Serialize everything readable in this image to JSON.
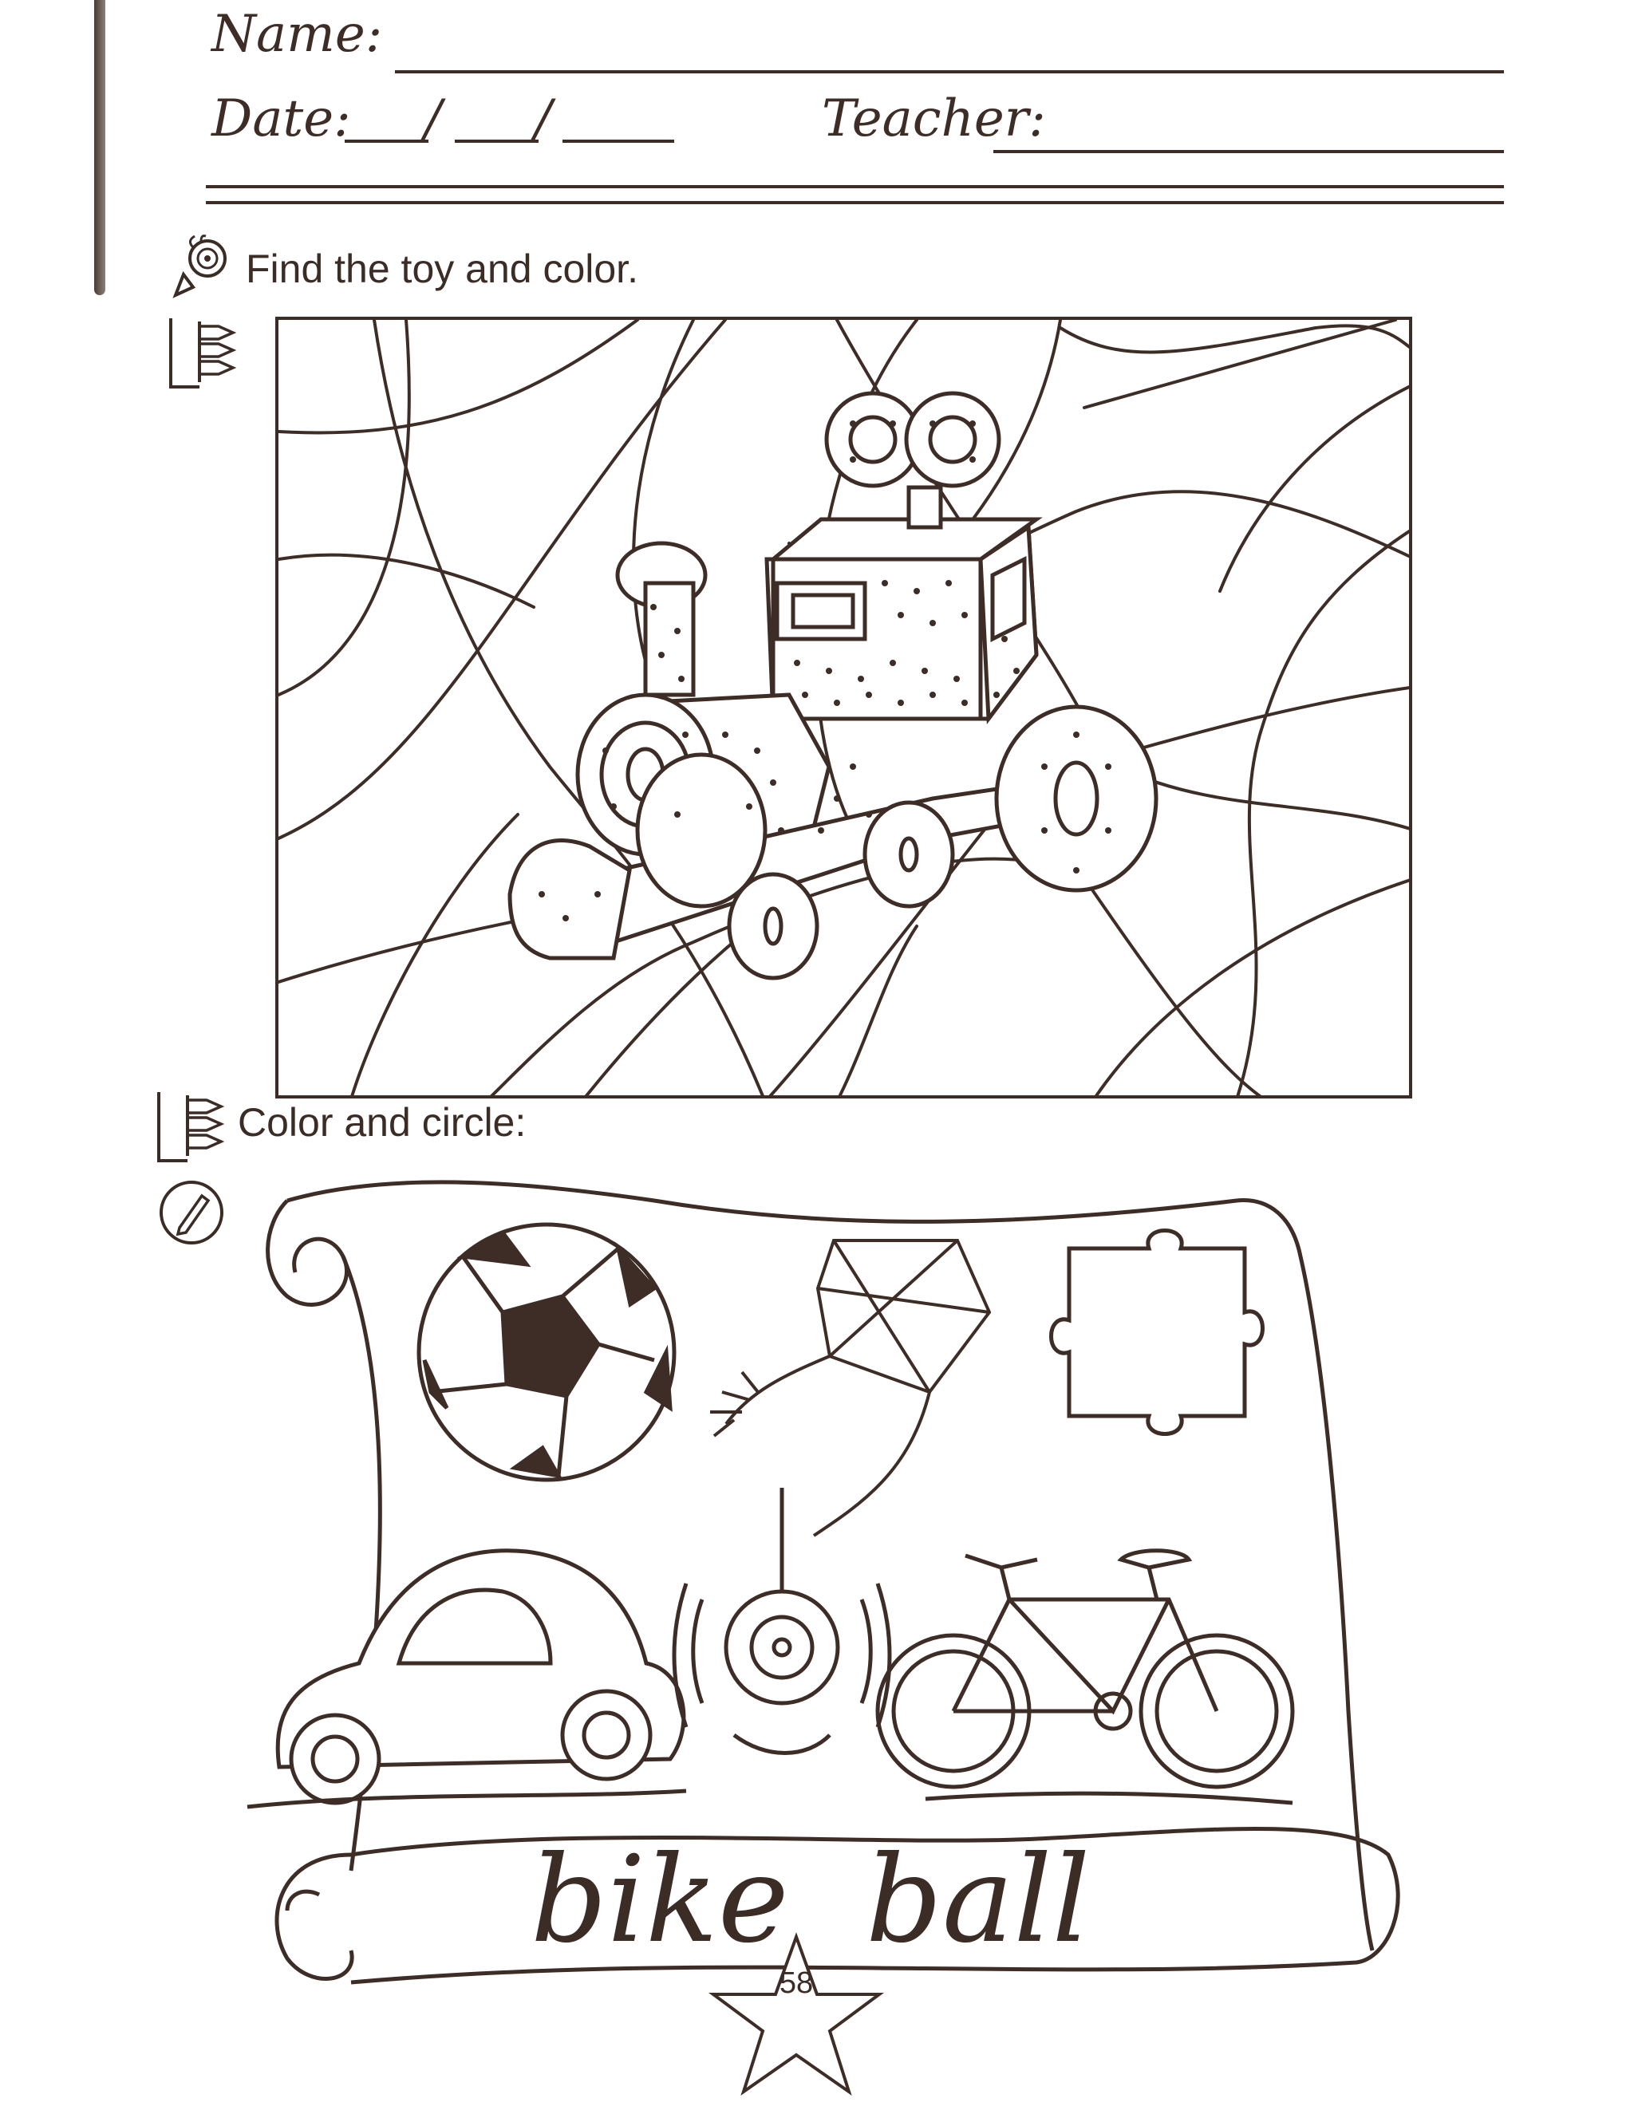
{
  "header": {
    "name_label": "Name:",
    "date_label": "Date:",
    "date_separator_1": "/",
    "date_separator_2": "/",
    "teacher_label": "Teacher:"
  },
  "section_1": {
    "instruction": "Find the toy and color.",
    "icons": [
      "magnifier-icon",
      "crayons-icon"
    ]
  },
  "section_2": {
    "instruction": "Color and circle:",
    "icons": [
      "crayons-icon",
      "pencil-icon"
    ],
    "toys_depicted": [
      "soccer-ball",
      "kite",
      "puzzle-piece",
      "car",
      "yo-yo",
      "bike"
    ],
    "words": [
      "bike",
      "ball"
    ]
  },
  "footer": {
    "page_number": "58",
    "icon": "star-icon"
  }
}
